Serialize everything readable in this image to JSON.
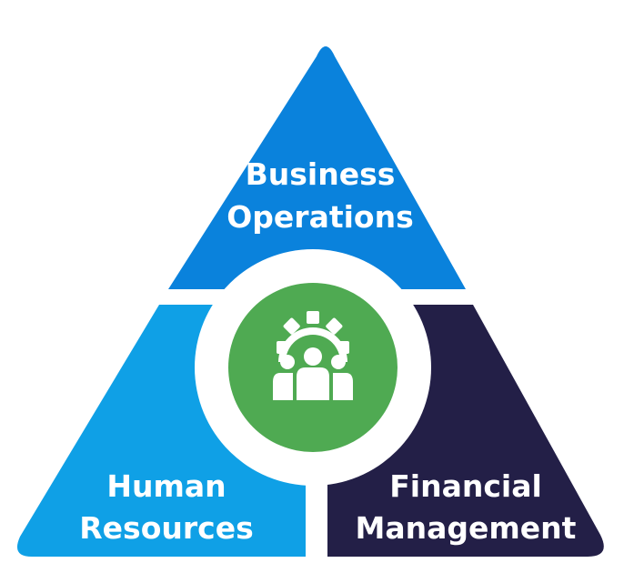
{
  "colors": {
    "top_segment": "#0a82dc",
    "left_segment": "#0fa0e6",
    "right_segment": "#231f47",
    "center_circle": "#4faa52",
    "ring": "#ffffff",
    "text": "#ffffff"
  },
  "segments": {
    "top": {
      "line1": "Business",
      "line2": "Operations"
    },
    "left": {
      "line1": "Human",
      "line2": "Resources"
    },
    "right": {
      "line1": "Financial",
      "line2": "Management"
    }
  },
  "center": {
    "icon": "team-gear-icon"
  }
}
